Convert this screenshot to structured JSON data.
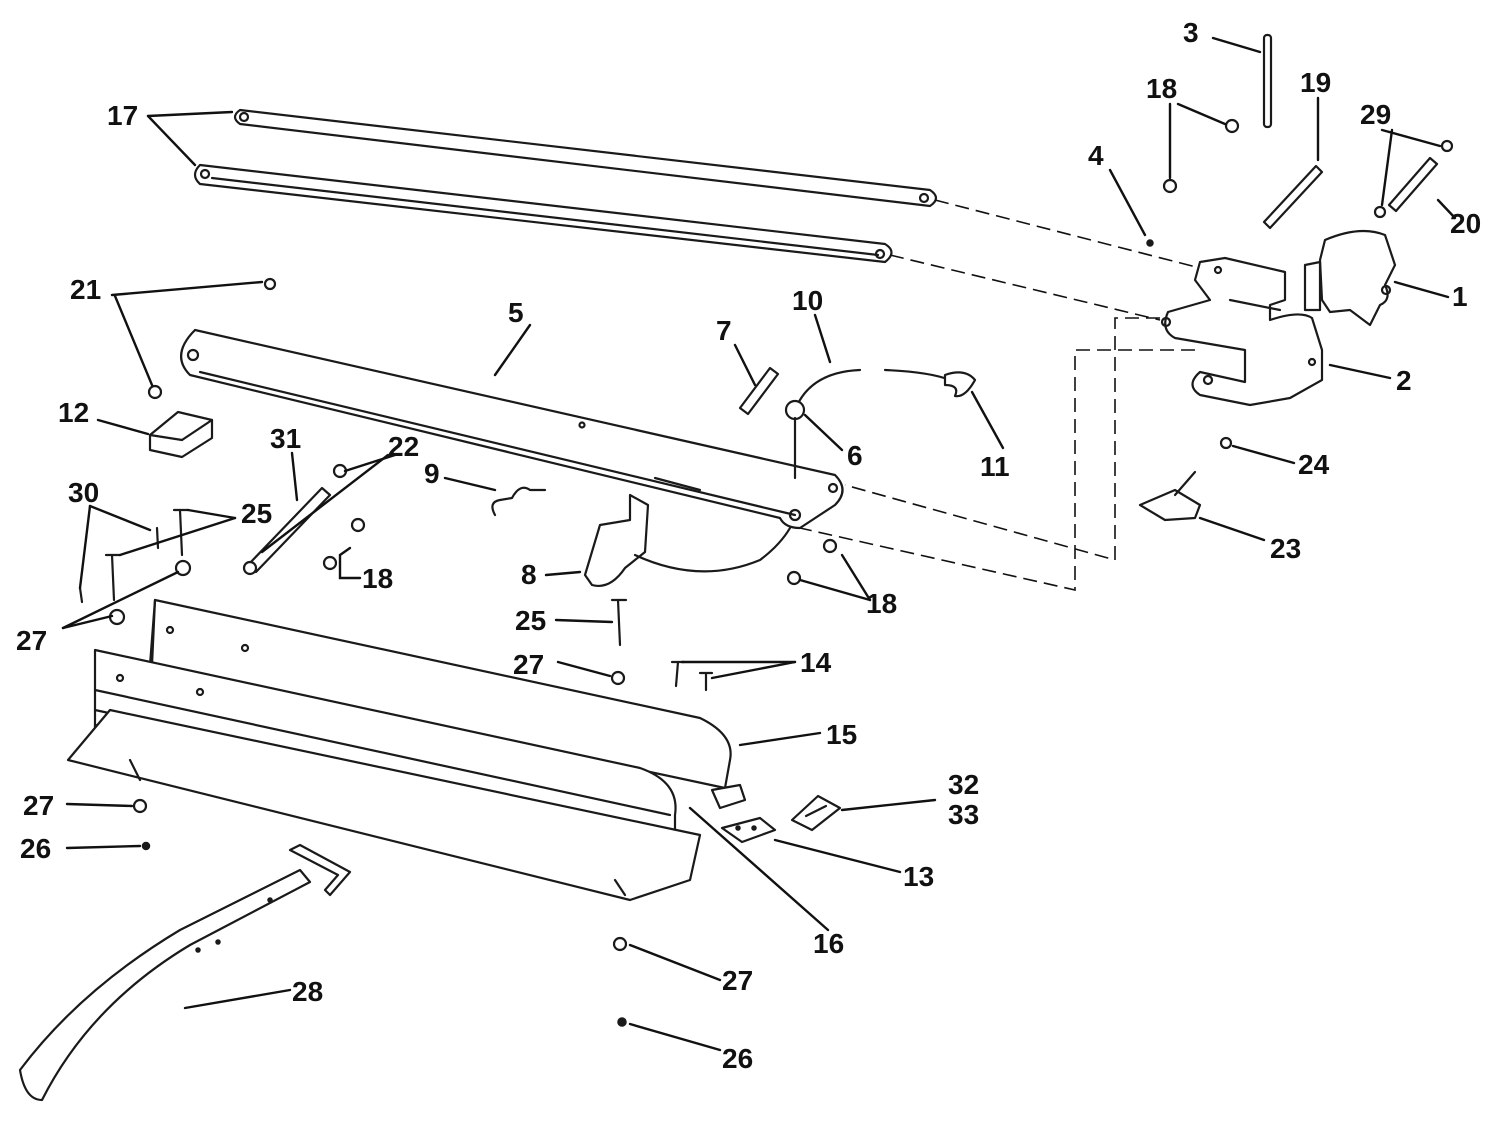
{
  "callouts": {
    "c1": "1",
    "c2": "2",
    "c3": "3",
    "c4": "4",
    "c5": "5",
    "c6": "6",
    "c7": "7",
    "c8": "8",
    "c9": "9",
    "c10": "10",
    "c11": "11",
    "c12": "12",
    "c13": "13",
    "c14": "14",
    "c15": "15",
    "c16": "16",
    "c17": "17",
    "c18a": "18",
    "c18b": "18",
    "c18c": "18",
    "c19": "19",
    "c20": "20",
    "c21": "21",
    "c22": "22",
    "c23": "23",
    "c24": "24",
    "c25a": "25",
    "c25b": "25",
    "c26a": "26",
    "c26b": "26",
    "c27a": "27",
    "c27b": "27",
    "c27c": "27",
    "c27d": "27",
    "c28": "28",
    "c29": "29",
    "c30": "30",
    "c31": "31",
    "c32": "32",
    "c33": "33"
  }
}
